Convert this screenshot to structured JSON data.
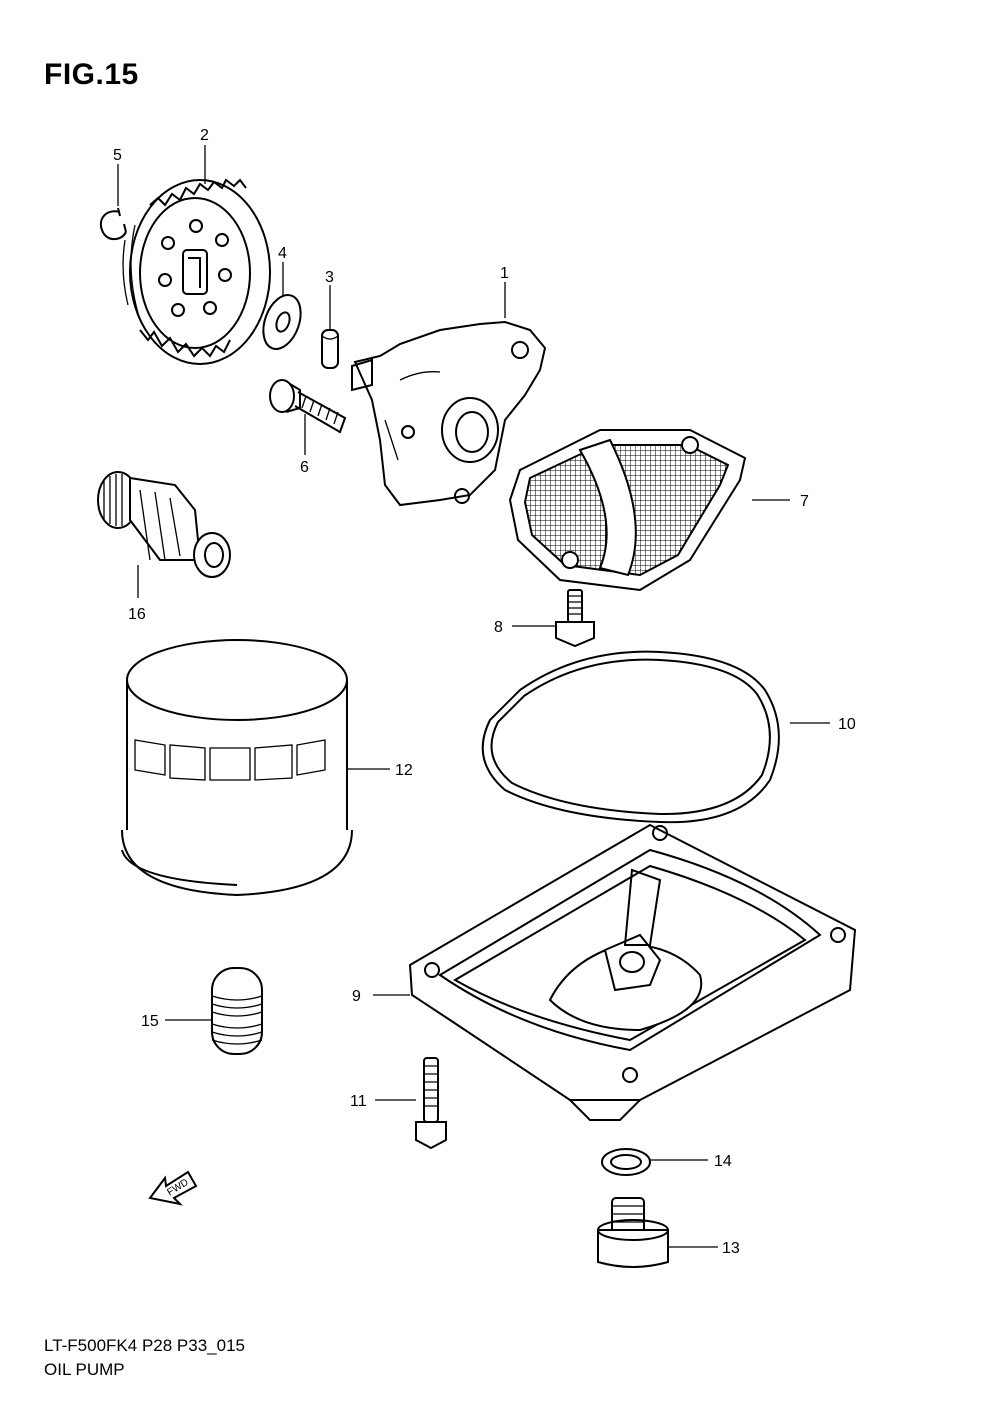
{
  "figure": {
    "title": "FIG.15",
    "code": "LT-F500FK4 P28 P33_015",
    "name": "OIL PUMP"
  },
  "fwd_badge": "FWD",
  "callouts": [
    {
      "id": "1",
      "label": "1"
    },
    {
      "id": "2",
      "label": "2"
    },
    {
      "id": "3",
      "label": "3"
    },
    {
      "id": "4",
      "label": "4"
    },
    {
      "id": "5",
      "label": "5"
    },
    {
      "id": "6",
      "label": "6"
    },
    {
      "id": "7",
      "label": "7"
    },
    {
      "id": "8",
      "label": "8"
    },
    {
      "id": "9",
      "label": "9"
    },
    {
      "id": "10",
      "label": "10"
    },
    {
      "id": "11",
      "label": "11"
    },
    {
      "id": "12",
      "label": "12"
    },
    {
      "id": "13",
      "label": "13"
    },
    {
      "id": "14",
      "label": "14"
    },
    {
      "id": "15",
      "label": "15"
    },
    {
      "id": "16",
      "label": "16"
    }
  ]
}
